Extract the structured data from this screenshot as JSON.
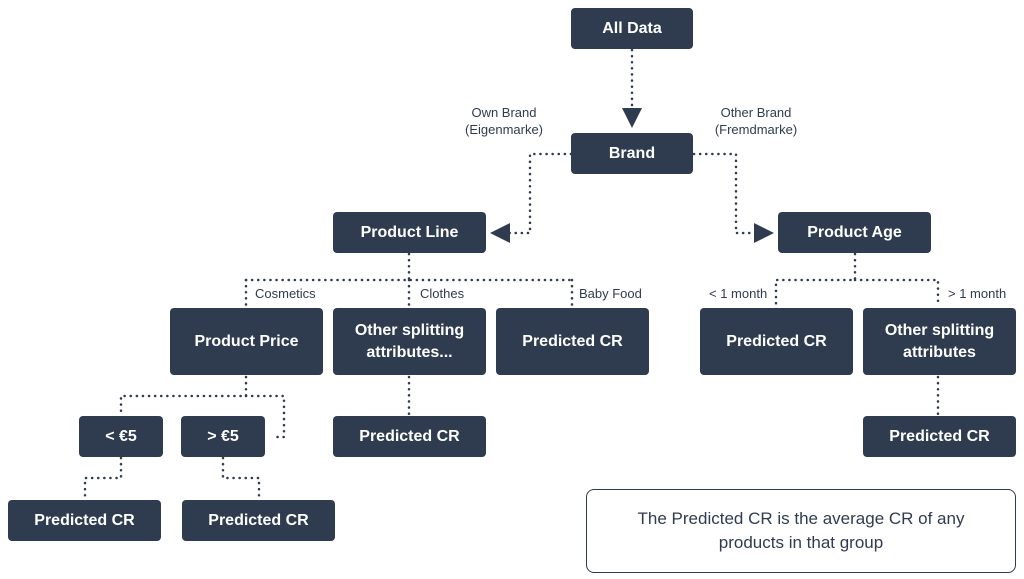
{
  "nodes": {
    "all_data": "All Data",
    "brand": "Brand",
    "product_line": "Product Line",
    "product_age": "Product Age",
    "product_price": "Product Price",
    "other_attrs_1": [
      "Other splitting",
      "attributes..."
    ],
    "predicted_baby_food": "Predicted CR",
    "predicted_lt1": "Predicted CR",
    "other_attrs_2": [
      "Other splitting",
      "attributes"
    ],
    "lt5": "< €5",
    "gt5": "> €5",
    "predicted_other1": "Predicted CR",
    "predicted_other2": "Predicted CR",
    "predicted_lt5": "Predicted CR",
    "predicted_gt5": "Predicted CR"
  },
  "edge_labels": {
    "own_brand": [
      "Own Brand",
      "(Eigenmarke)"
    ],
    "other_brand": [
      "Other Brand",
      "(Fremdmarke)"
    ],
    "cosmetics": "Cosmetics",
    "clothes": "Clothes",
    "baby_food": "Baby Food",
    "lt_1_month": "< 1 month",
    "gt_1_month": "> 1 month"
  },
  "note": "The Predicted CR is the average CR of any products in that group",
  "colors": {
    "node_fill": "#2f3c4f",
    "node_text": "#ffffff",
    "line": "#2f3c4f"
  }
}
